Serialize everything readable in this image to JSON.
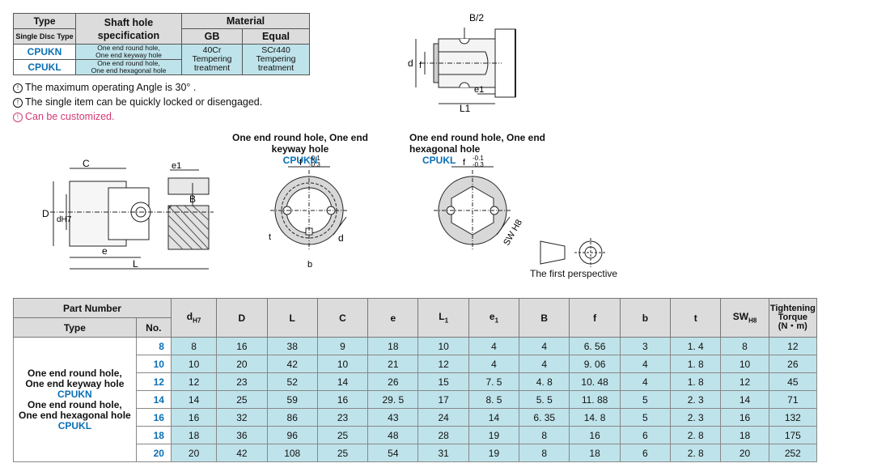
{
  "material_table": {
    "h_type": "Type",
    "h_single": "Single Disc Type",
    "h_shaft_1": "Shaft hole",
    "h_shaft_2": "specification",
    "h_material": "Material",
    "h_gb": "GB",
    "h_equal": "Equal",
    "row1_code": "CPUKN",
    "row1_spec_1": "One end round hole,",
    "row1_spec_2": "One end keyway hole",
    "row2_code": "CPUKL",
    "row2_spec_1": "One end round hole,",
    "row2_spec_2": "One end hexagonal hole",
    "gb_1": "40Cr",
    "gb_2": "Tempering",
    "gb_3": "treatment",
    "eq_1": "SCr440",
    "eq_2": "Tempering",
    "eq_3": "treatment"
  },
  "notes": {
    "n1": "The maximum operating Angle is 30°  .",
    "n2": "The single item can be quickly locked or disengaged.",
    "n3": "Can be customized."
  },
  "captions": {
    "cpukn_title": "One end round hole, One end keyway hole",
    "cpukn_code": "CPUKN",
    "cpukl_title": "One end round hole, One end hexagonal hole",
    "cpukl_code": "CPUKL",
    "perspective": "The first perspective"
  },
  "dim_labels": {
    "b_half": "B/2",
    "d": "d",
    "f": "f",
    "e1": "e1",
    "L1": "L1",
    "C": "C",
    "B": "B",
    "D": "D",
    "dH7": "dH7",
    "e": "e",
    "L": "L",
    "tol_top": "-0.1",
    "tol_bot": "-0.3",
    "t": "t",
    "b": "b",
    "SW": "SW H8"
  },
  "spec_table": {
    "h_part": "Part Number",
    "h_type": "Type",
    "h_no": "No.",
    "h_dH7": "d",
    "h_dH7_sub": "H7",
    "h_D": "D",
    "h_L": "L",
    "h_C": "C",
    "h_e": "e",
    "h_L1": "L",
    "h_L1_sub": "1",
    "h_e1": "e",
    "h_e1_sub": "1",
    "h_B": "B",
    "h_f": "f",
    "h_b": "b",
    "h_t": "t",
    "h_SW": "SW",
    "h_SW_sub": "H8",
    "h_torque_1": "Tightening",
    "h_torque_2": "Torque",
    "h_torque_3": "(N・m)",
    "type1_a": "One end round hole,",
    "type1_b": "One end keyway hole",
    "type1_code": "CPUKN",
    "type2_a": "One end round hole,",
    "type2_b": "One end hexagonal hole",
    "type2_code": "CPUKL",
    "rows": [
      [
        "8",
        "8",
        "16",
        "38",
        "9",
        "18",
        "10",
        "4",
        "4",
        "6. 56",
        "3",
        "1. 4",
        "8",
        "12"
      ],
      [
        "10",
        "10",
        "20",
        "42",
        "10",
        "21",
        "12",
        "4",
        "4",
        "9. 06",
        "4",
        "1. 8",
        "10",
        "26"
      ],
      [
        "12",
        "12",
        "23",
        "52",
        "14",
        "26",
        "15",
        "7. 5",
        "4. 8",
        "10. 48",
        "4",
        "1. 8",
        "12",
        "45"
      ],
      [
        "14",
        "14",
        "25",
        "59",
        "16",
        "29. 5",
        "17",
        "8. 5",
        "5. 5",
        "11. 88",
        "5",
        "2. 3",
        "14",
        "71"
      ],
      [
        "16",
        "16",
        "32",
        "86",
        "23",
        "43",
        "24",
        "14",
        "6. 35",
        "14. 8",
        "5",
        "2. 3",
        "16",
        "132"
      ],
      [
        "18",
        "18",
        "36",
        "96",
        "25",
        "48",
        "28",
        "19",
        "8",
        "16",
        "6",
        "2. 8",
        "18",
        "175"
      ],
      [
        "20",
        "20",
        "42",
        "108",
        "25",
        "54",
        "31",
        "19",
        "8",
        "18",
        "6",
        "2. 8",
        "20",
        "252"
      ]
    ]
  }
}
